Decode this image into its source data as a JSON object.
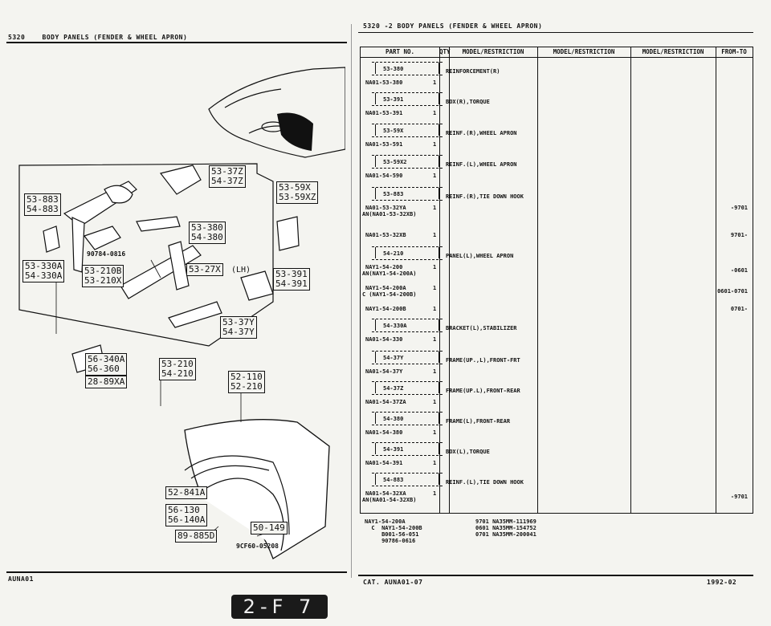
{
  "header": {
    "left_code": "5320",
    "left_title": "BODY PANELS (FENDER & WHEEL APRON)",
    "right_title": "5320 -2   BODY PANELS (FENDER & WHEEL APRON)"
  },
  "table": {
    "columns": [
      "PART NO.",
      "QTY",
      "MODEL/RESTRICTION",
      "MODEL/RESTRICTION",
      "MODEL/RESTRICTION",
      "FROM-TO"
    ],
    "rows": [
      {
        "box": "53-380",
        "part": "NA01-53-380",
        "qty": "1",
        "desc": "REINFORCEMENT(R)",
        "from": ""
      },
      {
        "box": "53-391",
        "part": "NA01-53-391",
        "qty": "1",
        "desc": "BOX(R),TORQUE",
        "from": ""
      },
      {
        "box": "53-59X",
        "part": "NA01-53-591",
        "qty": "1",
        "desc": "REINF.(R),WHEEL APRON",
        "from": ""
      },
      {
        "box": "53-59X2",
        "part": "NA01-54-590",
        "qty": "1",
        "desc": "REINF.(L),WHEEL APRON",
        "from": ""
      },
      {
        "box": "53-883",
        "part": "NA01-53-32YA",
        "part2": "AN(NA01-53-32XB)",
        "qty": "1",
        "desc": "REINF.(R),TIE DOWN HOOK",
        "from": "-9701"
      },
      {
        "box": "",
        "part": "NA01-53-32XB",
        "qty": "1",
        "desc": "",
        "from": "9701-"
      },
      {
        "box": "54-210",
        "part": "NAY1-54-200",
        "part2": "AN(NAY1-54-200A)",
        "qty": "1",
        "desc": "PANEL(L),WHEEL APRON",
        "from": "-0601"
      },
      {
        "box": "",
        "part": "NAY1-54-200A",
        "part2": "C (NAY1-54-200B)",
        "qty": "1",
        "desc": "",
        "from": "0601-0701"
      },
      {
        "box": "",
        "part": "NAY1-54-200B",
        "qty": "1",
        "desc": "",
        "from": "0701-"
      },
      {
        "box": "54-330A",
        "part": "NA01-54-330",
        "qty": "1",
        "desc": "BRACKET(L),STABILIZER",
        "from": ""
      },
      {
        "box": "54-37Y",
        "part": "NA01-54-37Y",
        "qty": "1",
        "desc": "FRAME(UP.,L),FRONT-FRT",
        "from": ""
      },
      {
        "box": "54-37Z",
        "part": "NA01-54-37ZA",
        "qty": "1",
        "desc": "FRAME(UP.L),FRONT-REAR",
        "from": ""
      },
      {
        "box": "54-380",
        "part": "NA01-54-380",
        "qty": "1",
        "desc": "FRAME(L),FRONT-REAR",
        "from": ""
      },
      {
        "box": "54-391",
        "part": "NA01-54-391",
        "qty": "1",
        "desc": "BOX(L),TORQUE",
        "from": ""
      },
      {
        "box": "54-883",
        "part": "NA01-54-32XA",
        "part2": "AN(NA01-54-32XB)",
        "qty": "1",
        "desc": "REINF.(L),TIE DOWN HOOK",
        "from": "-9701"
      }
    ]
  },
  "footnote": {
    "left": [
      "NAY1-54-200A",
      "  C  NAY1-54-200B",
      "     B001-56-051",
      "     90786-0616"
    ],
    "right": [
      "9701 NA35MM-111969",
      "0601 NA35MM-154752",
      "0701 NA35MM-200041"
    ]
  },
  "footer": {
    "left": "AUNA01",
    "mid": "CAT. AUNA01-07",
    "right": "1992-02",
    "page": "2-F 7"
  },
  "diagram": {
    "callouts": [
      {
        "text": "53-37Z\n54-37Z"
      },
      {
        "text": "53-883\n54-883"
      },
      {
        "text": "53-59X\n53-59XZ"
      },
      {
        "text": "53-380\n54-380"
      },
      {
        "text": "53-330A\n54-330A"
      },
      {
        "text": "53-210B\n53-210X"
      },
      {
        "text": "53-27X"
      },
      {
        "text": "53-391\n54-391"
      },
      {
        "text": "53-37Y\n54-37Y"
      },
      {
        "text": "56-340A\n56-360"
      },
      {
        "text": "28-89XA"
      },
      {
        "text": "53-210\n54-210"
      },
      {
        "text": "52-110\n52-210"
      },
      {
        "text": "52-841A"
      },
      {
        "text": "56-130\n56-140A"
      },
      {
        "text": "89-885D"
      },
      {
        "text": "50-149"
      }
    ],
    "labels": {
      "bolt": "90784-0816",
      "lh": "(LH)",
      "clip": "9CF60-05208"
    }
  }
}
